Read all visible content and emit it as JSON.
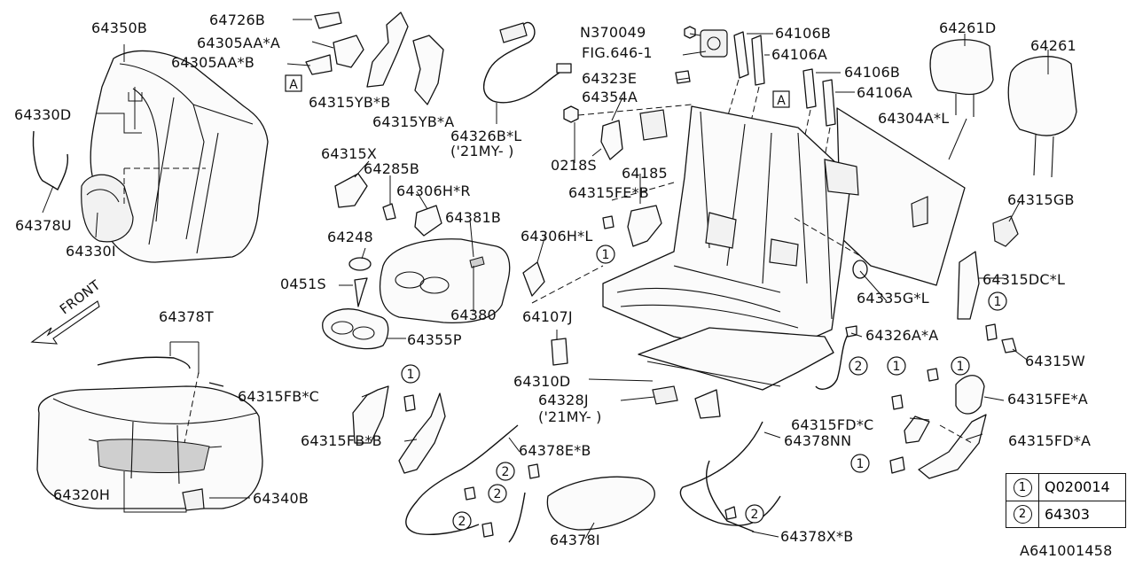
{
  "parts": {
    "p64350B": "64350B",
    "p64726B": "64726B",
    "p64305AA_A": "64305AA*A",
    "p64305AA_B": "64305AA*B",
    "p64315YB_B": "64315YB*B",
    "p64315YB_A": "64315YB*A",
    "p64330D": "64330D",
    "p64378U": "64378U",
    "p64330I": "64330I",
    "pN370049": "N370049",
    "pFIG646": "FIG.646-1",
    "p64323E": "64323E",
    "p64106B_1": "64106B",
    "p64106A_1": "64106A",
    "p64106B_2": "64106B",
    "p64106A_2": "64106A",
    "p64261D": "64261D",
    "p64261": "64261",
    "p64304A_L": "64304A*L",
    "p64326B_L": "64326B*L",
    "p64326B_L_note": "('21MY-  )",
    "p64354A": "64354A",
    "p0218S": "0218S",
    "p64185": "64185",
    "p64315FE_B": "64315FE*B",
    "p64315X": "64315X",
    "p64285B": "64285B",
    "p64306H_R": "64306H*R",
    "p64381B": "64381B",
    "p64248": "64248",
    "p64306H_L": "64306H*L",
    "p0451S": "0451S",
    "p64380": "64380",
    "p64355P": "64355P",
    "p64107J": "64107J",
    "p64315GB": "64315GB",
    "p64335G_L": "64335G*L",
    "p64315DC_L": "64315DC*L",
    "p64315W": "64315W",
    "p64326A_A": "64326A*A",
    "p64310D": "64310D",
    "p64328J": "64328J",
    "p64328J_note": "('21MY-  )",
    "p64315FE_A": "64315FE*A",
    "p64378T": "64378T",
    "p64315FB_C": "64315FB*C",
    "p64315FB_B": "64315FB*B",
    "p64315FD_C": "64315FD*C",
    "p64378NN": "64378NN",
    "p64315FD_A": "64315FD*A",
    "p64378E_B": "64378E*B",
    "p64320H": "64320H",
    "p64340B": "64340B",
    "p64378I": "64378I",
    "p64378X_B": "64378X*B"
  },
  "refs": {
    "box_a": "A",
    "front": "FRONT",
    "one": "1",
    "two": "2"
  },
  "legend": [
    {
      "mark": "1",
      "part": "Q020014"
    },
    {
      "mark": "2",
      "part": "64303"
    }
  ],
  "diagram_id": "A641001458"
}
